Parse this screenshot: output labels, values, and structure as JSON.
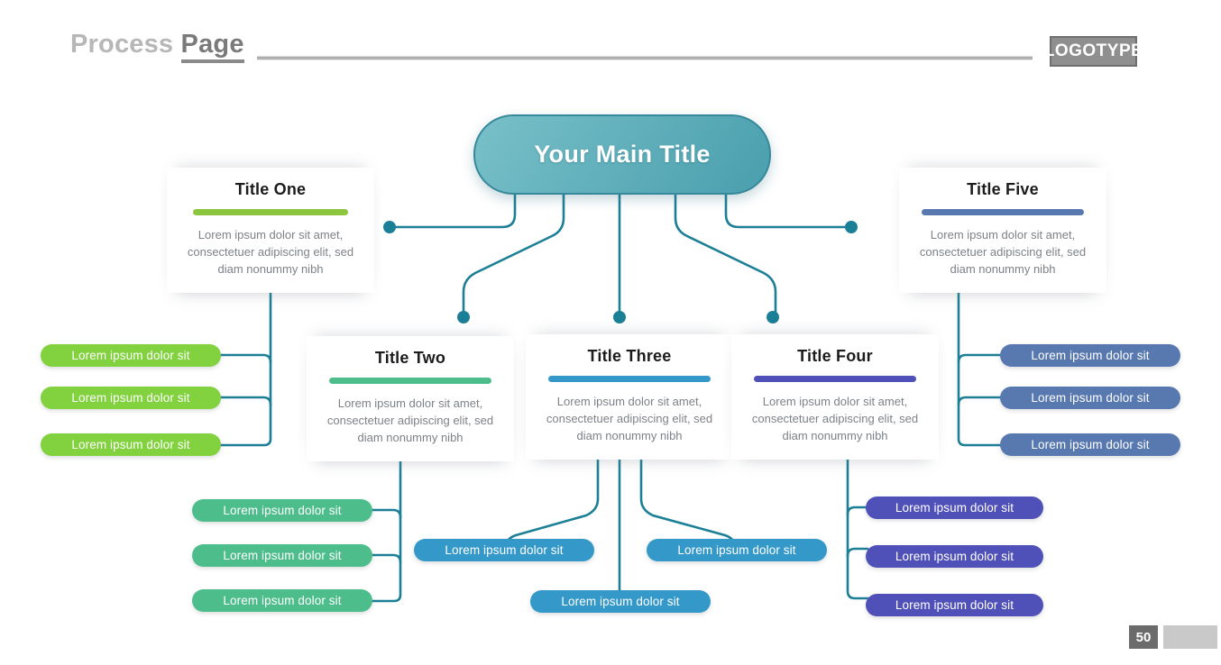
{
  "header": {
    "title_light": "Process",
    "title_bold": "Page",
    "logo": "LOGOTYPE"
  },
  "footer": {
    "page_number": "50"
  },
  "main": {
    "title": "Your Main Title"
  },
  "body_text": "Lorem ipsum dolor sit amet, consectetuer adipiscing elit, sed diam nonummy nibh",
  "leaf_label": "Lorem ipsum dolor sit",
  "colors": {
    "connector": "#1b7f96",
    "main_fill": "#64b2bd",
    "green": "#8cc63f",
    "mint": "#4dbd8c",
    "cyan": "#3499c9",
    "indigo": "#4f51b8",
    "slate": "#5878b0"
  },
  "branches": [
    {
      "id": "one",
      "title": "Title One",
      "accent": "#8cc63f",
      "body": "Lorem ipsum dolor sit amet, consectetuer adipiscing elit, sed diam nonummy nibh",
      "leaves": [
        "Lorem ipsum dolor sit",
        "Lorem ipsum dolor sit",
        "Lorem ipsum dolor sit"
      ]
    },
    {
      "id": "two",
      "title": "Title Two",
      "accent": "#4dbd8c",
      "body": "Lorem ipsum dolor sit amet, consectetuer adipiscing elit, sed diam nonummy nibh",
      "leaves": [
        "Lorem ipsum dolor sit",
        "Lorem ipsum dolor sit",
        "Lorem ipsum dolor sit"
      ]
    },
    {
      "id": "three",
      "title": "Title Three",
      "accent": "#3499c9",
      "body": "Lorem ipsum dolor sit amet, consectetuer adipiscing elit, sed diam nonummy nibh",
      "leaves": [
        "Lorem ipsum dolor sit",
        "Lorem ipsum dolor sit",
        "Lorem ipsum dolor sit"
      ]
    },
    {
      "id": "four",
      "title": "Title Four",
      "accent": "#4f51b8",
      "body": "Lorem ipsum dolor sit amet, consectetuer adipiscing elit, sed diam nonummy nibh",
      "leaves": [
        "Lorem ipsum dolor sit",
        "Lorem ipsum dolor sit",
        "Lorem ipsum dolor sit"
      ]
    },
    {
      "id": "five",
      "title": "Title Five",
      "accent": "#5878b0",
      "body": "Lorem ipsum dolor sit amet, consectetuer adipiscing elit, sed diam nonummy nibh",
      "leaves": [
        "Lorem ipsum dolor sit",
        "Lorem ipsum dolor sit",
        "Lorem ipsum dolor sit"
      ]
    }
  ]
}
